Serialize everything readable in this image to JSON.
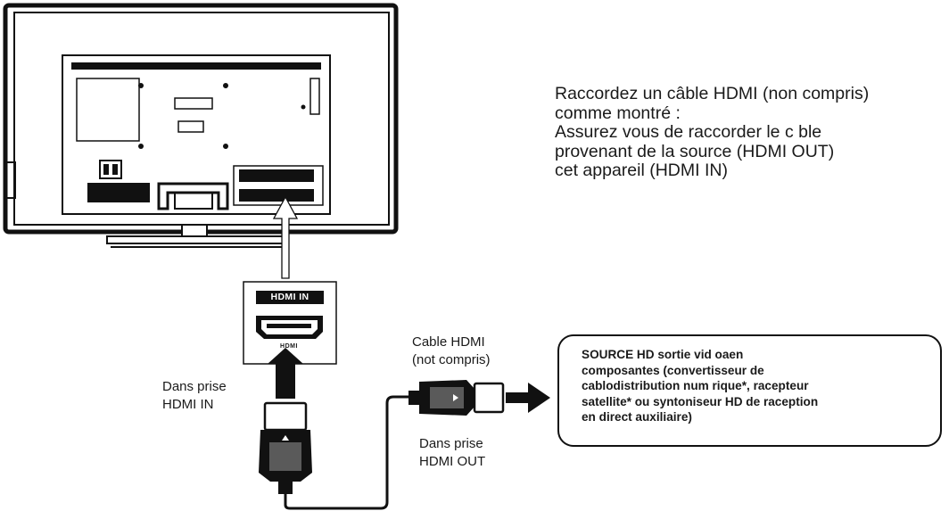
{
  "instructions": {
    "lines": [
      "Raccordez un câble HDMI (non compris)",
      "comme montré :",
      "Assurez vous de raccorder le c ble",
      "provenant de la source (HDMI OUT)",
      "cet appareil (HDMI IN)"
    ]
  },
  "port": {
    "tag": "HDMI IN",
    "small_label": "HDMI"
  },
  "labels": {
    "into_hdmi_in": [
      "Dans prise",
      "HDMI IN"
    ],
    "cable": [
      "Cable HDMI",
      "(not compris)"
    ],
    "into_hdmi_out": [
      "Dans prise",
      "HDMI OUT"
    ]
  },
  "source_box": {
    "lines": [
      "SOURCE HD sortie vid oaen",
      "composantes (convertisseur de",
      "cablodistribution num rique*, racepteur",
      "satellite* ou syntoniseur HD de raception",
      "en direct auxiliaire)"
    ]
  },
  "colors": {
    "ink": "#111111",
    "plug_highlight": "#5a5a5a",
    "tv_body": "#ffffff"
  }
}
